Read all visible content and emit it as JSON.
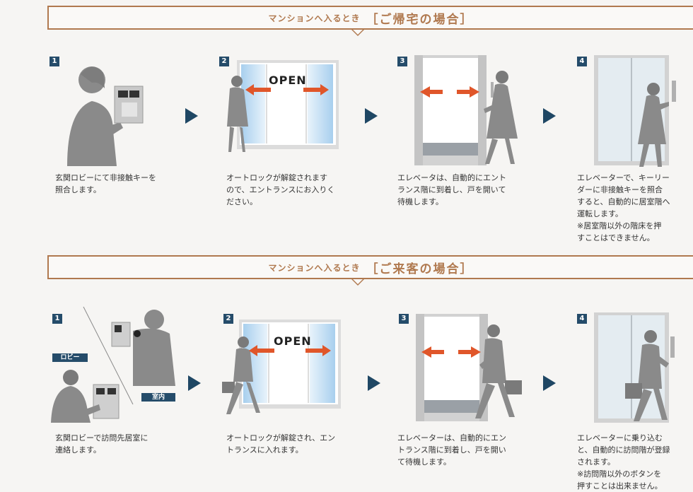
{
  "sections": [
    {
      "lead": "マンションへ入るとき",
      "title": "［ご帰宅の場合］",
      "steps": [
        {
          "num": "1",
          "caption": "玄関ロビーにて非接触キーを\n照合します。"
        },
        {
          "num": "2",
          "caption": "オートロックが解錠されます\nので、エントランスにお入りく\nださい。",
          "open": "OPEN"
        },
        {
          "num": "3",
          "caption": "エレベータは、自動的にエント\nランス階に到着し、戸を開いて\n待機します。"
        },
        {
          "num": "4",
          "caption": "エレベーターで、キーリー\nダーに非接触キーを照合\nすると、自動的に居室階へ\n運転します。\n※居室階以外の階床を押\nすことはできません。"
        }
      ]
    },
    {
      "lead": "マンションへ入るとき",
      "title": "［ご来客の場合］",
      "steps": [
        {
          "num": "1",
          "caption": "玄関ロビーで訪問先居室に\n連絡します。",
          "tag_lobby": "ロビー",
          "tag_room": "室内"
        },
        {
          "num": "2",
          "caption": "オートロックが解錠され、エン\nトランスに入れます。",
          "open": "OPEN"
        },
        {
          "num": "3",
          "caption": "エレベーターは、自動的にエン\nトランス階に到着し、戸を開い\nて待機します。"
        },
        {
          "num": "4",
          "caption": "エレベーターに乗り込む\nと、自動的に訪問階が登録\nされます。\n※訪問階以外のボタンを\n押すことは出来ません。"
        }
      ]
    }
  ],
  "colors": {
    "accent_orange": "#b0794f",
    "navy": "#254c6a",
    "red_arrow": "#e0562a",
    "figure_gray": "#8a8a8a"
  }
}
